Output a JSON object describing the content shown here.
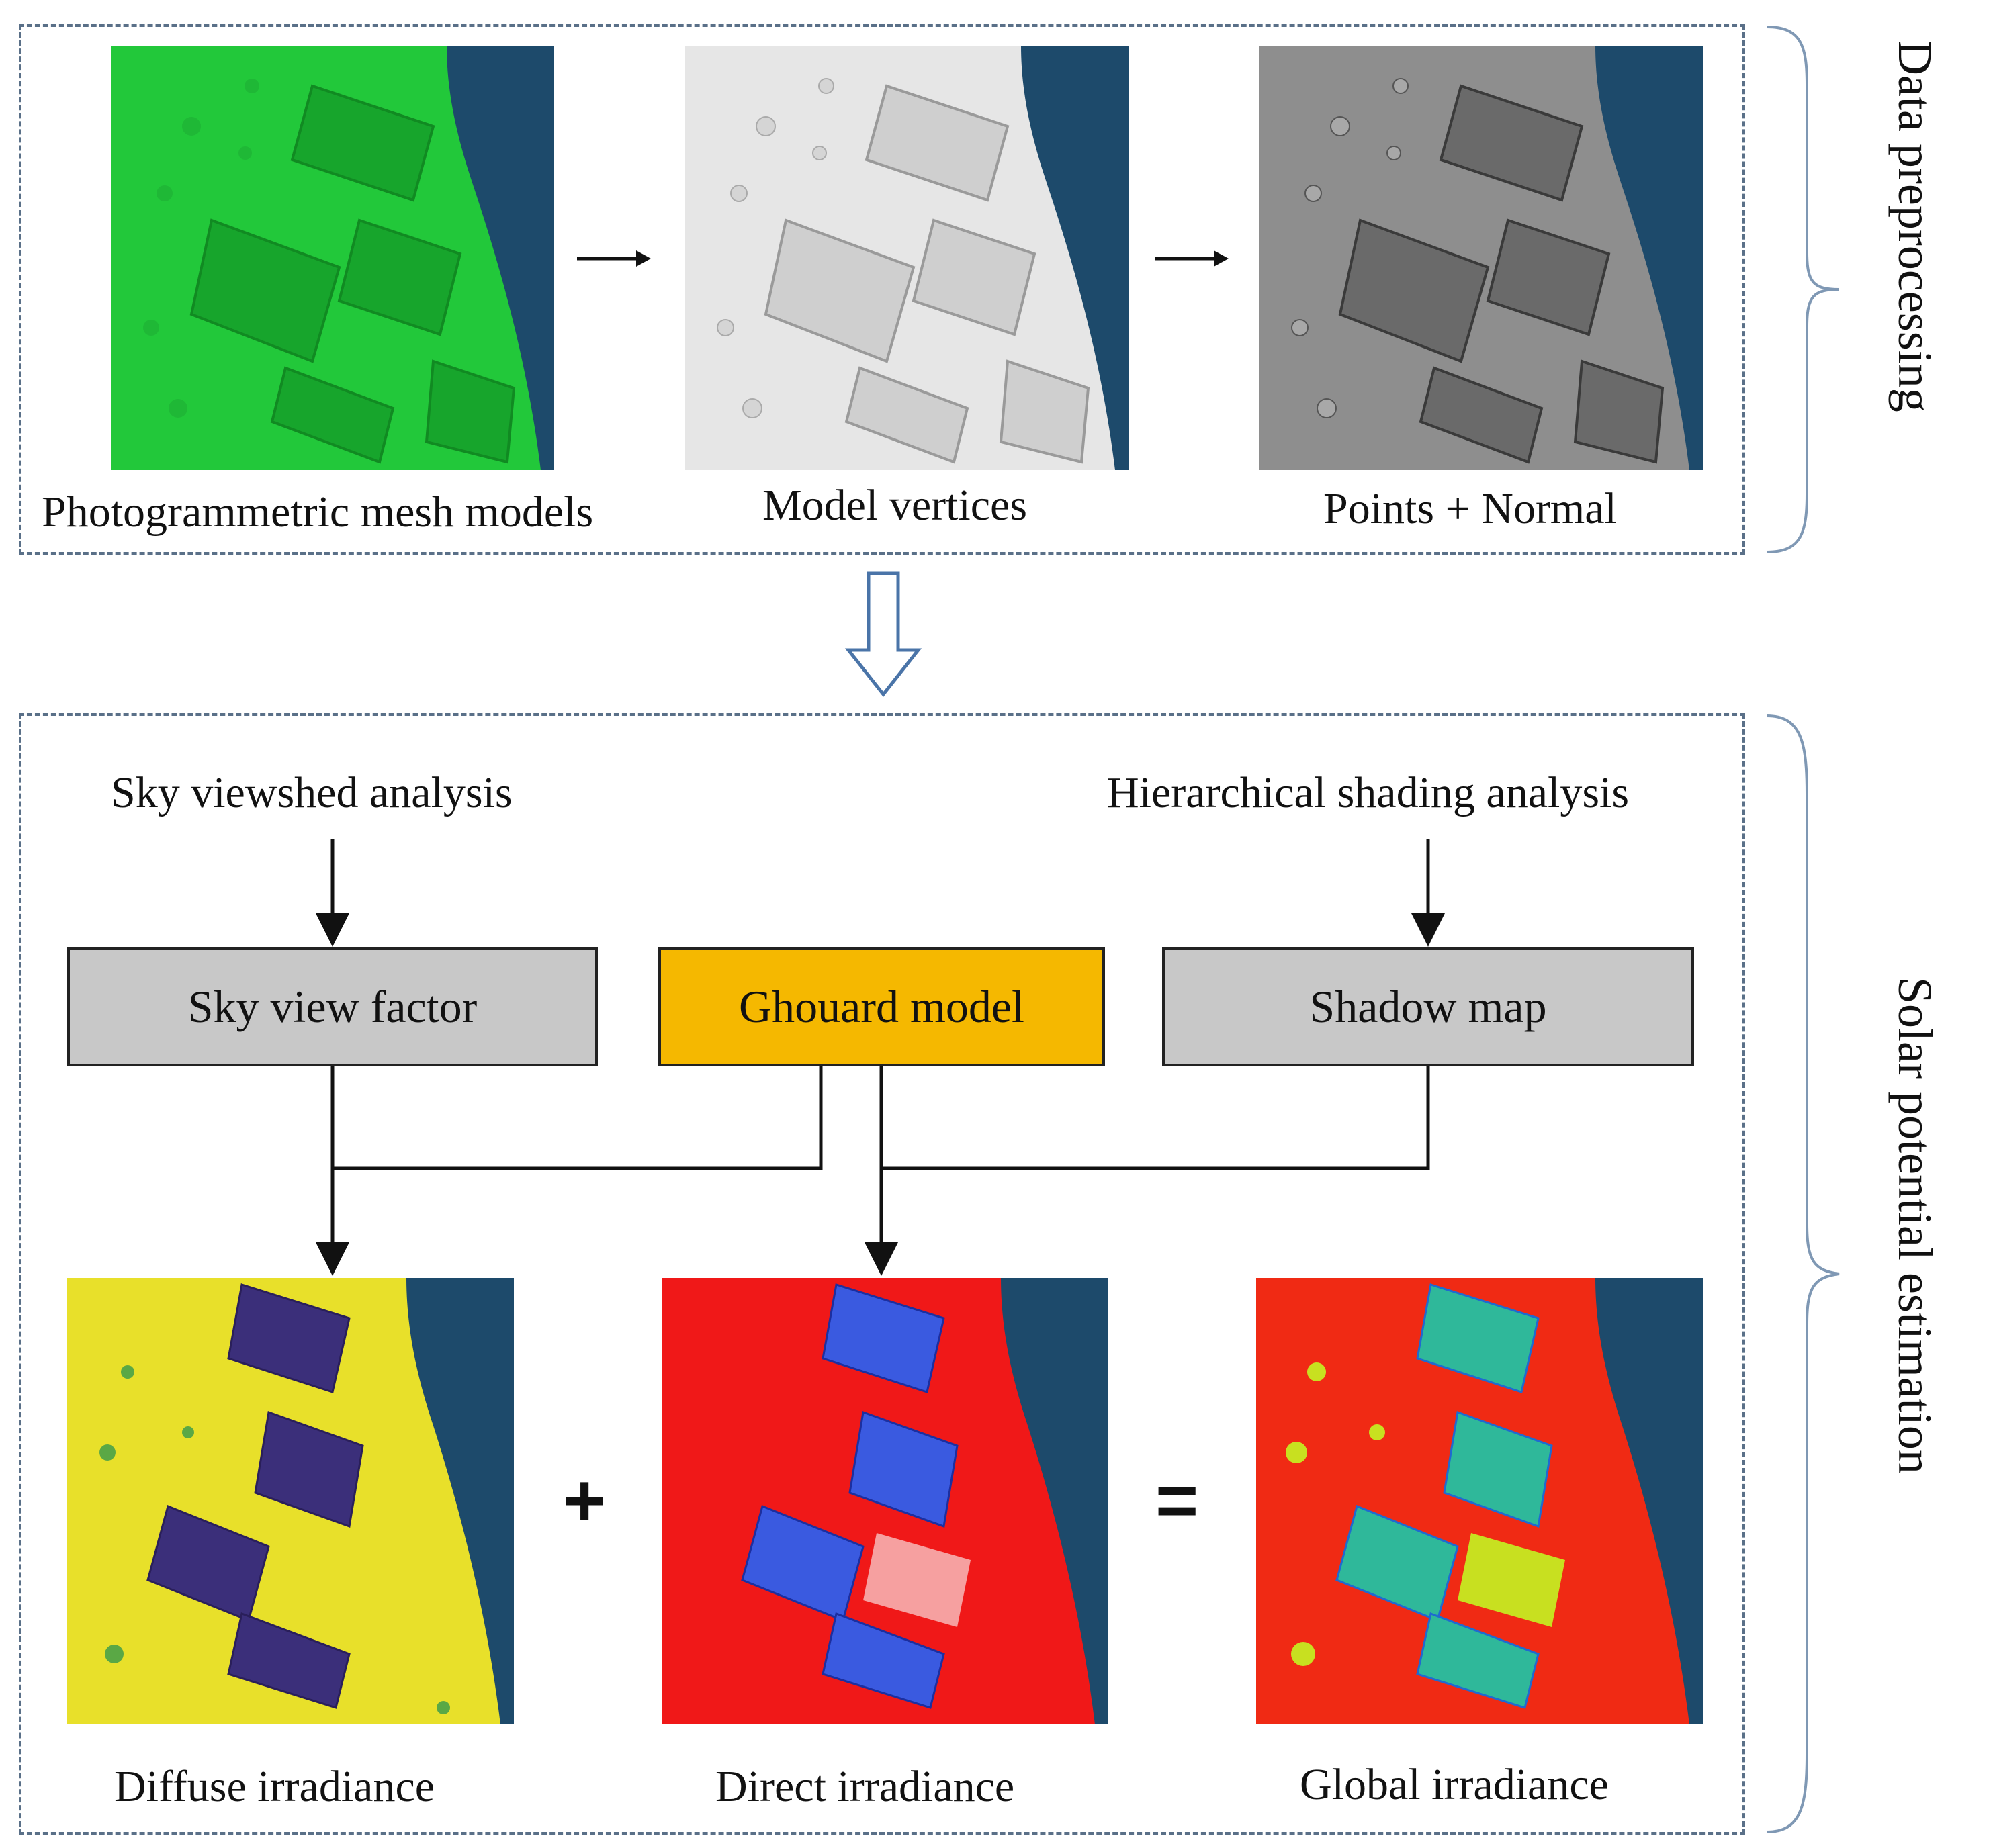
{
  "sections": {
    "preprocessing_label": "Data preprocessing",
    "estimation_label": "Solar potential estimation"
  },
  "preprocessing": {
    "images": [
      {
        "caption": "Photogrammetric mesh models",
        "palette": "green"
      },
      {
        "caption": "Model vertices",
        "palette": "light-gray"
      },
      {
        "caption": "Points + Normal",
        "palette": "dark-gray"
      }
    ]
  },
  "estimation": {
    "inputs": {
      "left": "Sky viewshed analysis",
      "right": "Hierarchical shading analysis"
    },
    "boxes": {
      "sky_view_factor": "Sky view factor",
      "ghouard_model": "Ghouard model",
      "shadow_map": "Shadow map"
    },
    "results": [
      {
        "caption": "Diffuse irradiance",
        "palette": "viridis-yellow"
      },
      {
        "caption": "Direct irradiance",
        "palette": "red-blue"
      },
      {
        "caption": "Global irradiance",
        "palette": "red-green"
      }
    ],
    "operators": {
      "plus": "+",
      "equals": "="
    }
  },
  "colors": {
    "dashed_border": "#5a7088",
    "brace": "#7f98b4",
    "gray_box": "#c8c8c8",
    "orange_box": "#f5b800",
    "mesh_green": "#22c83a",
    "river": "#1d4a6b"
  }
}
